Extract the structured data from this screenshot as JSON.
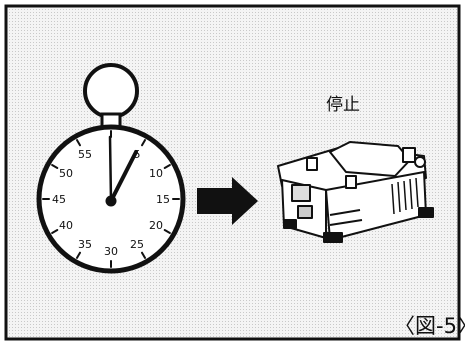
{
  "status_label": "停止",
  "figure_caption": "〈図-5〉",
  "stopwatch": {
    "dial_numbers": [
      "55",
      "5",
      "10",
      "15",
      "20",
      "25",
      "30",
      "35",
      "40",
      "45",
      "50"
    ]
  },
  "colors": {
    "background": "#f2f2f2",
    "ink": "#111111"
  }
}
